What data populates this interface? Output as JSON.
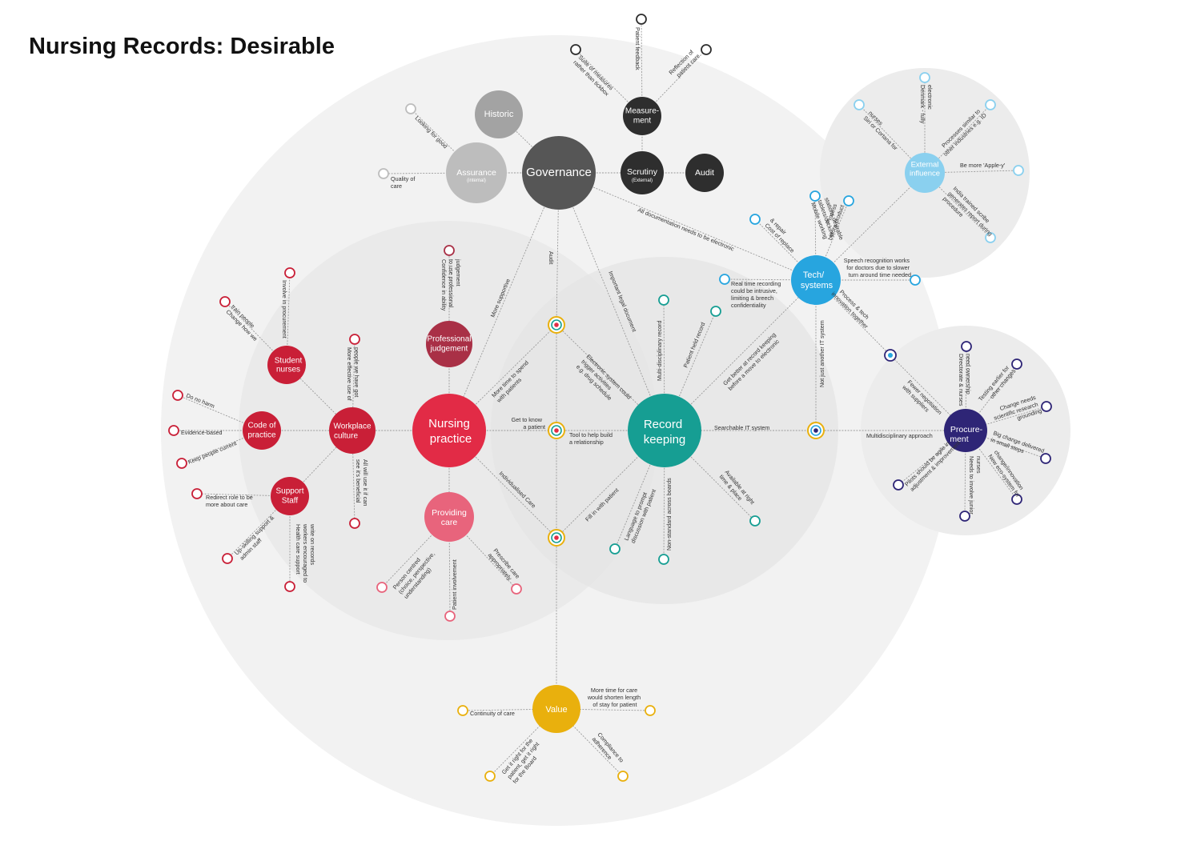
{
  "title": "Nursing Records: Desirable",
  "colors": {
    "governance": "#565656",
    "historic": "#a3a3a3",
    "assurance": "#bdbdbd",
    "dark": "#2e2e2e",
    "nursing": "#e22b46",
    "red": "#c91f37",
    "professional": "#a93046",
    "providing": "#e8647c",
    "record": "#169e93",
    "tech": "#27a5df",
    "external": "#8ad0ef",
    "procurement": "#2e2576",
    "value": "#e9b00d",
    "bg_circle": "#f2f2f2",
    "bg_circle_dark": "#e9e9e9"
  },
  "nodes": {
    "governance": {
      "label": "Governance"
    },
    "historic": {
      "label": "Historic"
    },
    "assurance": {
      "label": "Assurance",
      "sub": "(internal)"
    },
    "measurement": {
      "label1": "Measure-",
      "label2": "ment"
    },
    "scrutiny": {
      "label": "Scrutiny",
      "sub": "(External)"
    },
    "audit": {
      "label": "Audit"
    },
    "nursing_practice": {
      "label1": "Nursing",
      "label2": "practice"
    },
    "professional_judgement": {
      "label1": "Professional",
      "label2": "judgement"
    },
    "providing_care": {
      "label1": "Providing",
      "label2": "care"
    },
    "workplace_culture": {
      "label1": "Workplace",
      "label2": "culture"
    },
    "student_nurses": {
      "label1": "Student",
      "label2": "nurses"
    },
    "code_of_practice": {
      "label1": "Code of",
      "label2": "practice"
    },
    "support_staff": {
      "label1": "Support",
      "label2": "Staff"
    },
    "record_keeping": {
      "label1": "Record",
      "label2": "keeping"
    },
    "tech_systems": {
      "label1": "Tech/",
      "label2": "systems"
    },
    "external_influence": {
      "label1": "External",
      "label2": "influence"
    },
    "procurement": {
      "label1": "Procure-",
      "label2": "ment"
    },
    "value": {
      "label": "Value"
    }
  },
  "leaves": {
    "patient_feedback": "Patient feedback",
    "suite_of_measures": [
      "Suite of measures",
      "rather than tickbox"
    ],
    "reflection": [
      "Reflection of",
      "patient care"
    ],
    "looking_for_good": "Looking for good",
    "quality_of_care": [
      "Quality of",
      "care"
    ],
    "confidence": [
      "Confidence in ability",
      "to use professional",
      "judgement"
    ],
    "involve_procurement": "Involve in procurement",
    "change_how_we_train": [
      "Change how we",
      "train people"
    ],
    "more_effective_use": [
      "More effective use of",
      "people we have got"
    ],
    "all_will_use": [
      "All will use it if can",
      "see it's beneficial"
    ],
    "do_no_harm": "Do no harm",
    "evidence_based": "Evidence-based",
    "keep_people_current": "Keep people current",
    "redirect_role": [
      "Redirect role to be",
      "more about care"
    ],
    "upskilling": [
      "Up-skilling support &",
      "admin staff"
    ],
    "health_care_support": [
      "Health care support",
      "workers encouraged to",
      "write on records"
    ],
    "person_centred": [
      "Person centred",
      "(choice, perspective,",
      "understanding)"
    ],
    "patient_involvement": "Patient involvement",
    "prescribe_care": [
      "Prescribe care",
      "appropriately"
    ],
    "multi_disciplinary_record": "Multi-disciplinary record",
    "patient_held_record": "Patient held record",
    "language_to_prompt": [
      "Language to prompt",
      "discussion with patient"
    ],
    "non_standard": "Non-standard across boards",
    "available_right_time": [
      "Available at right",
      "time & place"
    ],
    "cost_of_replace": [
      "Cost of replace",
      "& repair"
    ],
    "mobile_working": [
      "Mobile working",
      "tablets/docking",
      "stations desirable"
    ],
    "process_before_product": [
      "Process",
      "before product"
    ],
    "real_time_recording": [
      "Real time recording",
      "could be intrusive,",
      "limiting & breech",
      "confidentiality"
    ],
    "speech_recognition": [
      "Speech recognition works",
      "for doctors due to slower",
      "turn around time needed"
    ],
    "siri_cortana": [
      "Siri or Cortana for",
      "nurses"
    ],
    "denmark": [
      "Denmark - fully",
      "electronic"
    ],
    "processes_similar": [
      "Processes similar to",
      "other industries e.g. ID"
    ],
    "be_more_apple": "Be more 'Apple-y'",
    "india_trained_scribe": [
      "India trained scribe",
      "generates report during",
      "procedure"
    ],
    "directorate_nurses": [
      "Directorate & nurses",
      "need ownership"
    ],
    "testing_earlier": [
      "Testing earlier for",
      "other changes"
    ],
    "change_needs_research": [
      "Change needs",
      "scientific research",
      "grounding"
    ],
    "big_change": [
      "Big change delivered",
      "in small steps"
    ],
    "new_ecosystem": [
      "New eco-system for",
      "change/innovation"
    ],
    "needs_to_involve": [
      "Needs to involve junior",
      "nurses"
    ],
    "pilots_agile": [
      "Pilots should be agile in",
      "adjustment & improvement"
    ],
    "continuity_of_care": "Continuity of care",
    "more_time_for_care": [
      "More time for care",
      "would shorten length",
      "of stay for patient"
    ],
    "get_it_right": [
      "Get it right for the",
      "patient, get it right",
      "for the Board"
    ],
    "compliance": [
      "Compliance to",
      "adherence"
    ]
  },
  "links": {
    "all_documentation": "All documentation needs to be electronic",
    "audit": "Audit",
    "important_legal": "Important legal document",
    "more_supportive": "More supportive",
    "more_time_to_spend": [
      "More time to spend",
      "with patients"
    ],
    "electronic_system": [
      "Electronic system could",
      "trigger activities",
      "e.g. drug schedule"
    ],
    "get_to_know": [
      "Get to know",
      "a patient"
    ],
    "tool_to_help": [
      "Tool to help build",
      "a relationship"
    ],
    "individualised_care": "Individualised Care",
    "fill_in_with_patient": "Fill in with patient",
    "get_better": [
      "Get better at record keeping",
      "before a move to electronic"
    ],
    "searchable_it": "Searchable IT system",
    "not_just_another": "Not just another IT system",
    "process_and_tech": [
      "Process & tech",
      "innovation together"
    ],
    "fewer_negotiation": [
      "Fewer negotiation",
      "with suppliers"
    ],
    "multidisciplinary_approach": "Multidisciplinary approach"
  }
}
